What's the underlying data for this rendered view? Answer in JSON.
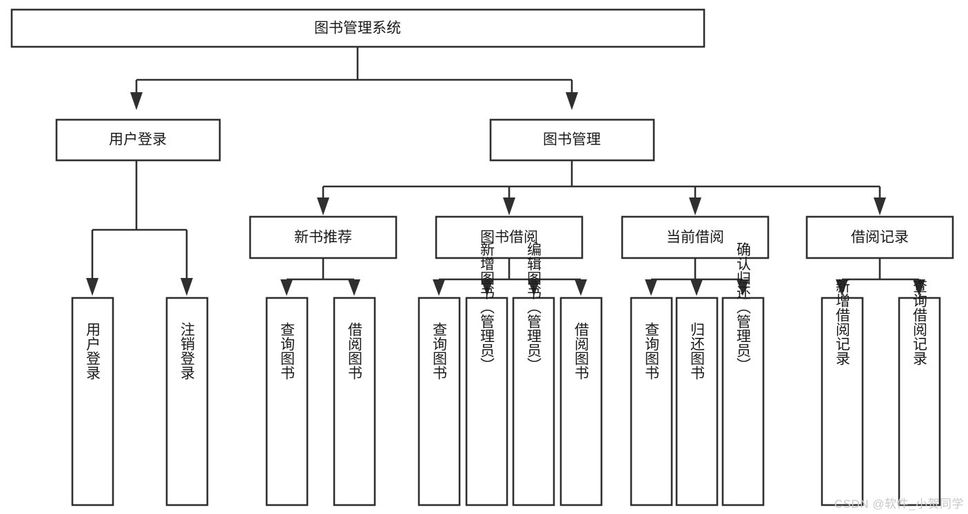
{
  "diagram": {
    "title": "图书管理系统",
    "type": "tree",
    "colors": {
      "stroke": "#2f2f2f",
      "fill": "#ffffff",
      "text": "#1a1a1a",
      "background": "#ffffff",
      "watermark": "#c8c8c8"
    },
    "levels": {
      "root": {
        "label": "图书管理系统"
      },
      "level2": [
        {
          "label": "用户登录"
        },
        {
          "label": "图书管理"
        }
      ],
      "level3": [
        {
          "label": "新书推荐"
        },
        {
          "label": "图书借阅"
        },
        {
          "label": "当前借阅"
        },
        {
          "label": "借阅记录"
        }
      ]
    },
    "nodes": {
      "root": "图书管理系统",
      "user_login": "用户登录",
      "book_manage": "图书管理",
      "new_book_rec": "新书推荐",
      "book_borrow": "图书借阅",
      "current_borrow": "当前借阅",
      "borrow_record": "借阅记录",
      "leaf_user_login": "用户登录",
      "leaf_logout": "注销登录",
      "leaf_query_book_1": "查询图书",
      "leaf_borrow_book_1": "借阅图书",
      "leaf_query_book_2": "查询图书",
      "leaf_add_book_admin": "新增图书（管理员）",
      "leaf_edit_book_admin": "编辑图书（管理员）",
      "leaf_borrow_book_2": "借阅图书",
      "leaf_query_book_3": "查询图书",
      "leaf_return_book": "归还图书",
      "leaf_confirm_return_admin": "确认归还（管理员）",
      "leaf_add_borrow_record": "新增借阅记录",
      "leaf_query_borrow_record": "查询借阅记录"
    },
    "leaf_groups": [
      {
        "parent": "用户登录",
        "children": [
          "用户登录",
          "注销登录"
        ]
      },
      {
        "parent": "新书推荐",
        "children": [
          "查询图书",
          "借阅图书"
        ]
      },
      {
        "parent": "图书借阅",
        "children": [
          "查询图书",
          "新增图书（管理员）",
          "编辑图书（管理员）",
          "借阅图书"
        ]
      },
      {
        "parent": "当前借阅",
        "children": [
          "查询图书",
          "归还图书",
          "确认归还（管理员）"
        ]
      },
      {
        "parent": "借阅记录",
        "children": [
          "新增借阅记录",
          "查询借阅记录"
        ]
      }
    ]
  },
  "watermark": {
    "text": "CSDN @软件_小贺同学"
  }
}
